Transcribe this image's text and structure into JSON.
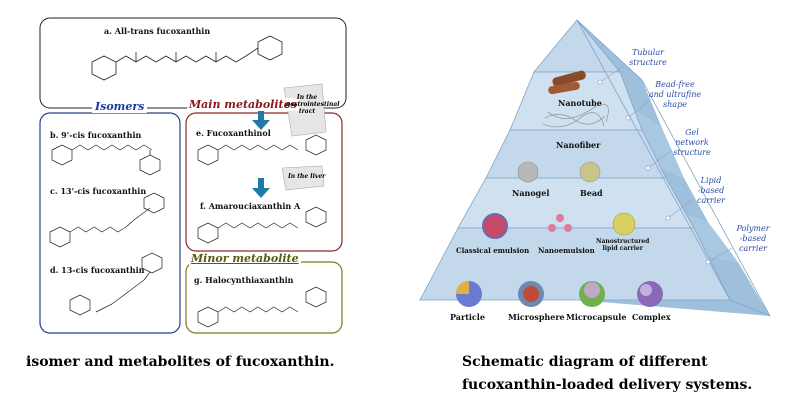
{
  "left_panel": {
    "top_box_label": "a. All-trans fucoxanthin",
    "isomers_title": "Isomers",
    "main_metabolites_title": "Main metabolites",
    "minor_metabolite_title": "Minor metabolite",
    "gi_tract_label": "In the\ngastrointestinal\ntract",
    "liver_label": "In the liver",
    "isomers": [
      "b. 9'-cis fucoxanthin",
      "c. 13'-cis fucoxanthin",
      "d. 13-cis fucoxanthin"
    ],
    "metabolites": [
      "e. Fucoxanthinol",
      "f. Amarouciaxanthin A"
    ],
    "minor": "g. Halocynthiaxanthin",
    "caption": "isomer and metabolites of fucoxanthin."
  },
  "right_panel": {
    "layers": [
      {
        "items": [
          "Nanotube"
        ],
        "side": "Tubular\nstructure"
      },
      {
        "items": [
          "Nanofiber"
        ],
        "side": "Bead-free\nand ultrafine\nshape"
      },
      {
        "items": [
          "Nanogel",
          "Bead"
        ],
        "side": "Gel\nnetwork\nstructure"
      },
      {
        "items": [
          "Classical emulsion",
          "Nanoemulsion",
          "Nanostructured\nlipid carrier"
        ],
        "side": "Lipid\n-based\ncarrier"
      },
      {
        "items": [
          "Particle",
          "Microsphere",
          "Microcapsule",
          "Complex"
        ],
        "side": "Polymer\n-based\ncarrier"
      }
    ],
    "caption_line1": "Schematic diagram of different",
    "caption_line2": "fucoxanthin-loaded delivery systems."
  },
  "colors": {
    "isomers_border": "#2b3f8c",
    "isomers_title": "#1c3aa0",
    "main_border": "#8a2a2a",
    "main_title": "#8a1a1a",
    "minor_border": "#7a7a1a",
    "minor_title": "#5a5a10",
    "arrow": "#1f7aa8",
    "pyramid_face": "#c4d8ec",
    "pyramid_side": "#9ec0dc",
    "side_text": "#2a4aa8"
  }
}
